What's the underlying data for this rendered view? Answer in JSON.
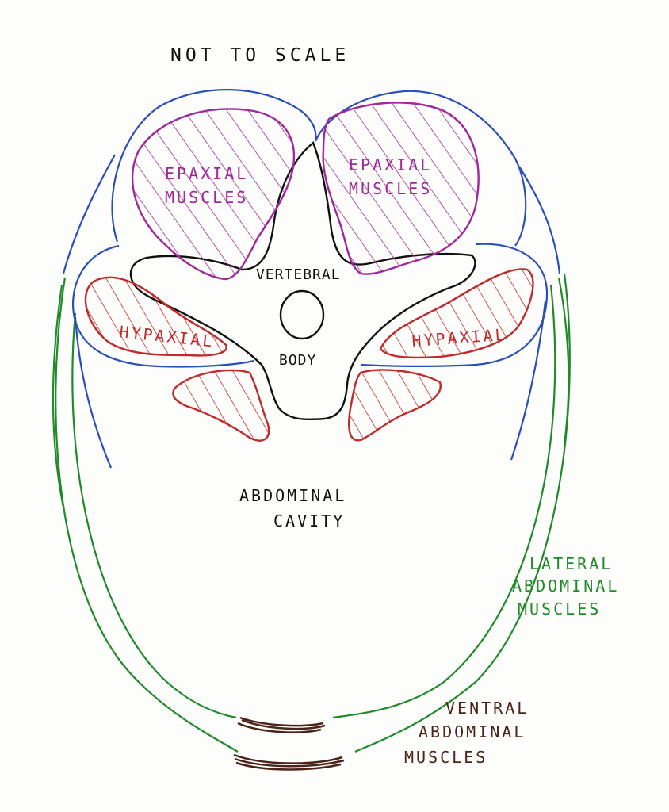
{
  "title": "NOT TO SCALE",
  "labels": {
    "epaxial_left": [
      "EPAXIAL",
      "MUSCLES"
    ],
    "epaxial_right": [
      "EPAXIAL",
      "MUSCLES"
    ],
    "hypaxial_left": "HYPAXIAL",
    "hypaxial_right": "HYPAXIAL",
    "vertebral": "VERTEBRAL",
    "body": "BODY",
    "abdominal_cavity": [
      "ABDOMINAL",
      "CAVITY"
    ],
    "lateral_abdominal_muscles": [
      "LATERAL",
      "ABDOMINAL",
      "MUSCLES"
    ],
    "ventral_abdominal_muscles": [
      "VENTRAL",
      "ABDOMINAL",
      "MUSCLES"
    ]
  },
  "colors": {
    "epaxial": "#a0289a",
    "hypaxial": "#c02a2a",
    "fascia": "#2a4fb8",
    "lateral_muscle": "#1f8a2a",
    "ventral_muscle": "#4a2418",
    "bone": "#111111"
  }
}
